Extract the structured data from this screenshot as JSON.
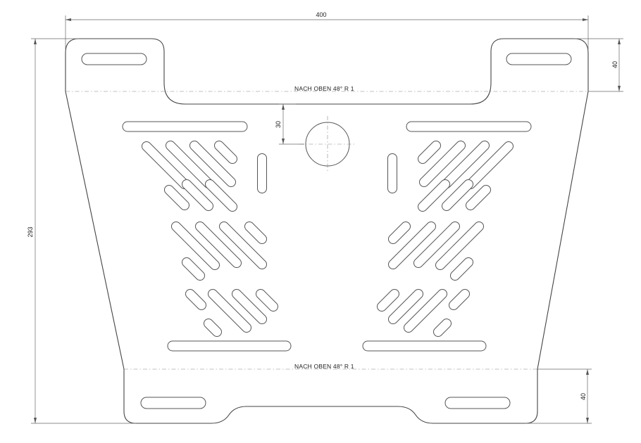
{
  "dimensions": {
    "width": "400",
    "height": "293",
    "tab_top": "40",
    "tab_bottom": "40",
    "hole_offset": "30"
  },
  "notes": {
    "bend_top": "NACH OBEN  48°  R 1",
    "bend_bottom": "NACH OBEN  48°  R 1"
  },
  "colors": {
    "line": "#444444",
    "background": "#ffffff"
  }
}
